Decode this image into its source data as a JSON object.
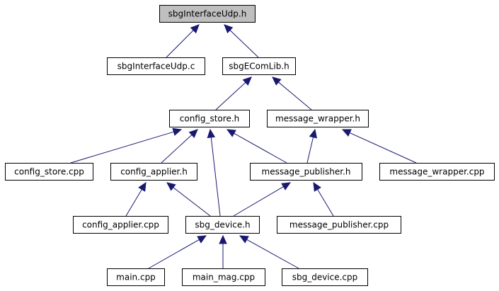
{
  "diagram": {
    "type": "include-dependency-graph",
    "colors": {
      "root_fill": "#bfbfbf",
      "node_fill": "#ffffff",
      "node_stroke": "#000000",
      "edge_stroke": "#191970",
      "arrow_fill": "#191970"
    },
    "nodes": [
      {
        "id": "sbgInterfaceUdp_h",
        "label": "sbgInterfaceUdp.h",
        "root": true
      },
      {
        "id": "sbgInterfaceUdp_c",
        "label": "sbgInterfaceUdp.c"
      },
      {
        "id": "sbgEComLib_h",
        "label": "sbgEComLib.h"
      },
      {
        "id": "config_store_h",
        "label": "config_store.h"
      },
      {
        "id": "message_wrapper_h",
        "label": "message_wrapper.h"
      },
      {
        "id": "config_store_cpp",
        "label": "config_store.cpp"
      },
      {
        "id": "config_applier_h",
        "label": "config_applier.h"
      },
      {
        "id": "message_publisher_h",
        "label": "message_publisher.h"
      },
      {
        "id": "message_wrapper_cpp",
        "label": "message_wrapper.cpp"
      },
      {
        "id": "config_applier_cpp",
        "label": "config_applier.cpp"
      },
      {
        "id": "sbg_device_h",
        "label": "sbg_device.h"
      },
      {
        "id": "message_publisher_cpp",
        "label": "message_publisher.cpp"
      },
      {
        "id": "main_cpp",
        "label": "main.cpp"
      },
      {
        "id": "main_mag_cpp",
        "label": "main_mag.cpp"
      },
      {
        "id": "sbg_device_cpp",
        "label": "sbg_device.cpp"
      }
    ],
    "edges": [
      {
        "from": "sbgInterfaceUdp_c",
        "to": "sbgInterfaceUdp_h"
      },
      {
        "from": "sbgEComLib_h",
        "to": "sbgInterfaceUdp_h"
      },
      {
        "from": "config_store_h",
        "to": "sbgEComLib_h"
      },
      {
        "from": "message_wrapper_h",
        "to": "sbgEComLib_h"
      },
      {
        "from": "config_store_cpp",
        "to": "config_store_h"
      },
      {
        "from": "config_applier_h",
        "to": "config_store_h"
      },
      {
        "from": "sbg_device_h",
        "to": "config_store_h"
      },
      {
        "from": "message_publisher_h",
        "to": "config_store_h"
      },
      {
        "from": "message_publisher_h",
        "to": "message_wrapper_h"
      },
      {
        "from": "message_wrapper_cpp",
        "to": "message_wrapper_h"
      },
      {
        "from": "config_applier_cpp",
        "to": "config_applier_h"
      },
      {
        "from": "sbg_device_h",
        "to": "config_applier_h"
      },
      {
        "from": "sbg_device_h",
        "to": "message_publisher_h"
      },
      {
        "from": "message_publisher_cpp",
        "to": "message_publisher_h"
      },
      {
        "from": "main_cpp",
        "to": "sbg_device_h"
      },
      {
        "from": "main_mag_cpp",
        "to": "sbg_device_h"
      },
      {
        "from": "sbg_device_cpp",
        "to": "sbg_device_h"
      }
    ]
  }
}
